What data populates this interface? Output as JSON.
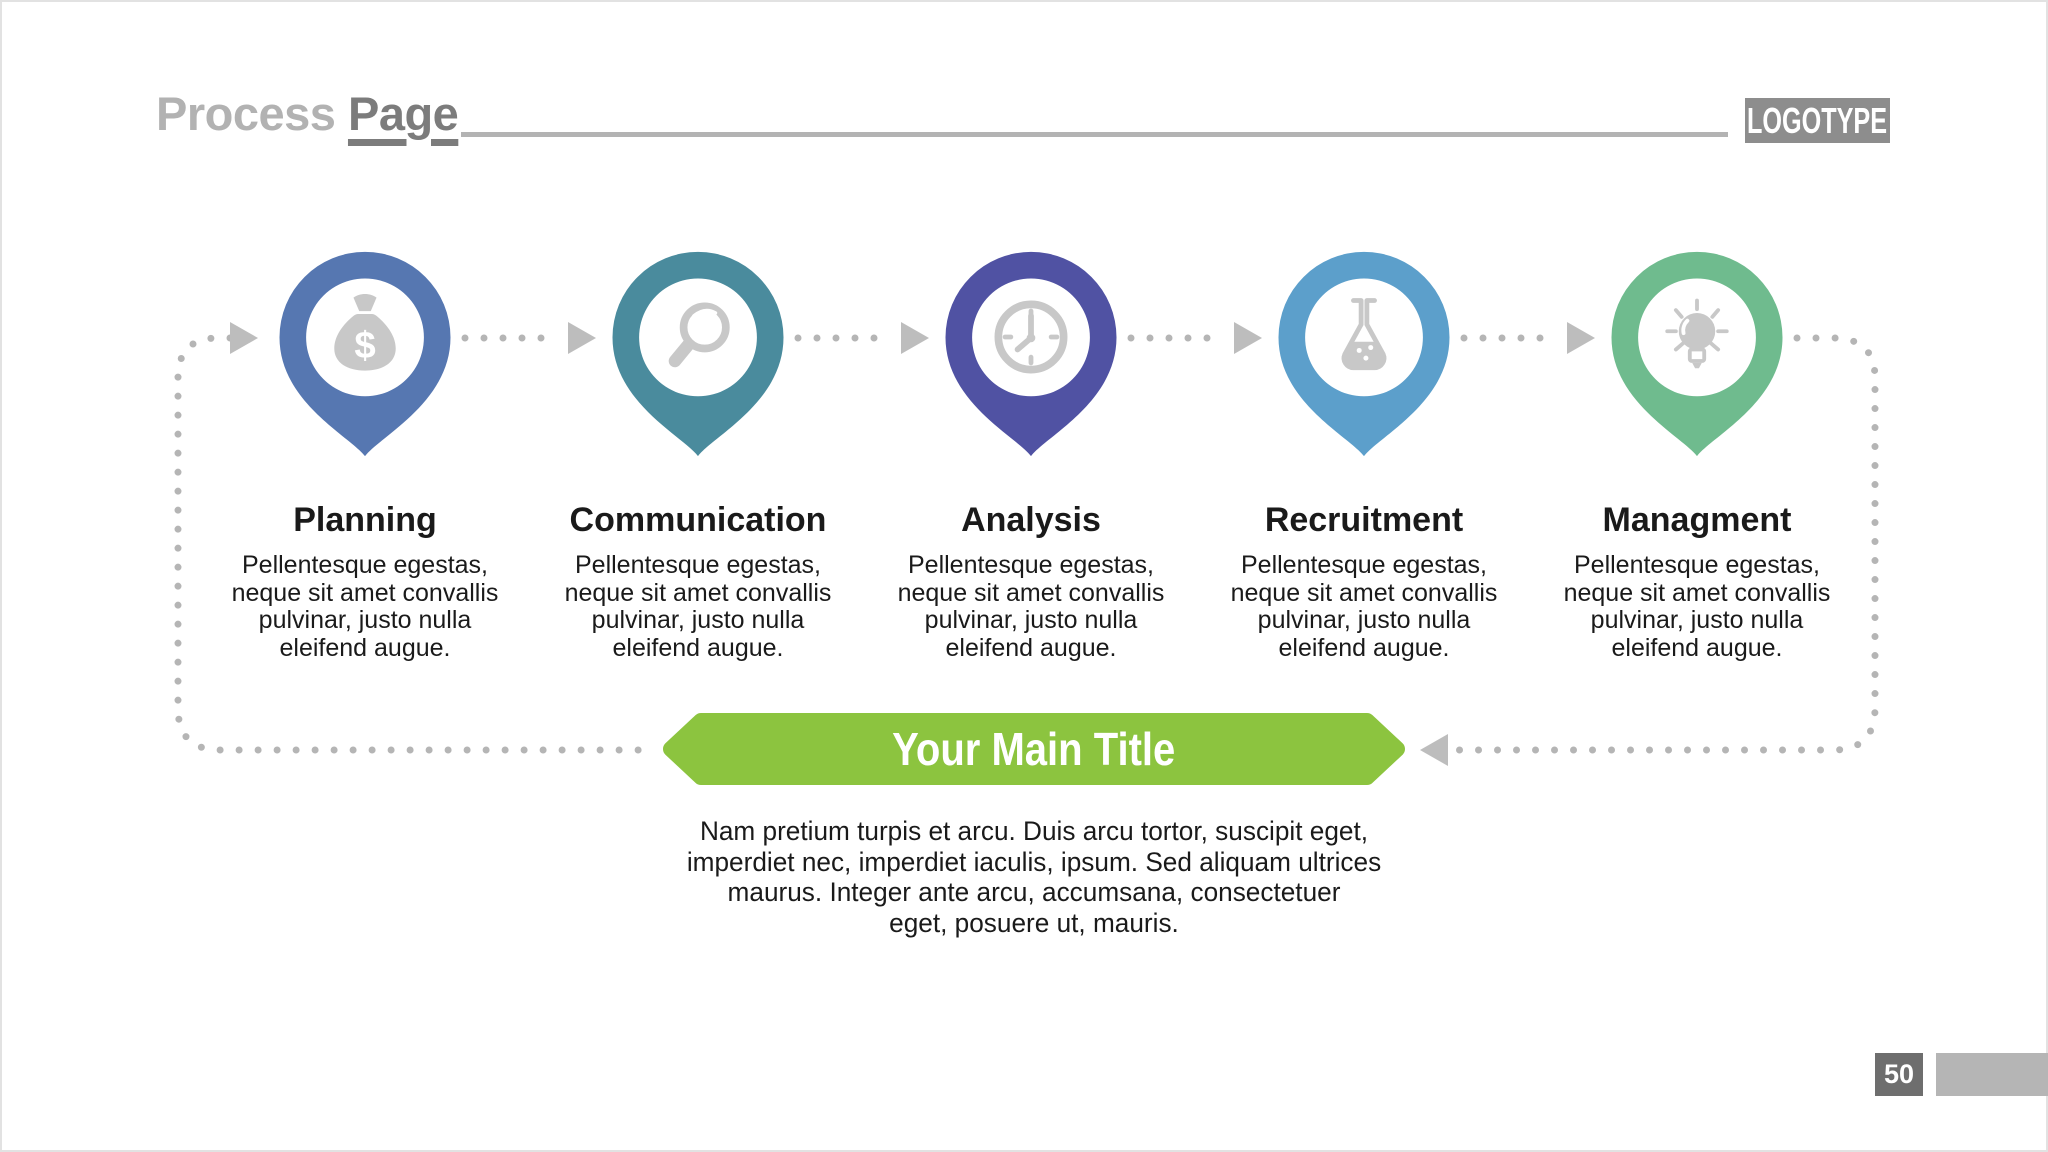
{
  "header": {
    "title_light": "Process",
    "title_dark": "Page",
    "logotype": "LOGOTYPE"
  },
  "steps": [
    {
      "title": "Planning",
      "icon": "money-bag-icon",
      "color": "#5677B1",
      "description": "Pellentesque egestas,\nneque sit amet convallis\npulvinar, justo nulla\neleifend augue."
    },
    {
      "title": "Communication",
      "icon": "magnifier-icon",
      "color": "#4A8B9D",
      "description": "Pellentesque egestas,\nneque sit amet convallis\npulvinar, justo nulla\neleifend augue."
    },
    {
      "title": "Analysis",
      "icon": "clock-icon",
      "color": "#5052A3",
      "description": "Pellentesque egestas,\nneque sit amet convallis\npulvinar, justo nulla\neleifend augue."
    },
    {
      "title": "Recruitment",
      "icon": "flask-icon",
      "color": "#5C9FCB",
      "description": "Pellentesque egestas,\nneque sit amet convallis\npulvinar, justo nulla\neleifend augue."
    },
    {
      "title": "Managment",
      "icon": "lightbulb-icon",
      "color": "#6FBB8E",
      "description": "Pellentesque egestas,\nneque sit amet convallis\npulvinar, justo nulla\neleifend augue."
    }
  ],
  "banner": {
    "title": "Your Main Title"
  },
  "body_text": "Nam pretium turpis et arcu. Duis arcu tortor, suscipit eget,\nimperdiet nec, imperdiet iaculis, ipsum. Sed aliquam ultrices\nmaurus. Integer ante arcu, accumsana, consectetuer\neget, posuere ut, mauris.",
  "footer": {
    "page_number": "50"
  },
  "colors": {
    "step1": "#5677B1",
    "step2": "#4A8B9D",
    "step3": "#5052A3",
    "step4": "#5C9FCB",
    "step5": "#6FBB8E",
    "banner": "#8CC43F",
    "icon": "#C8C8C8",
    "dots": "#B5B5B5",
    "arrow": "#BDBDBD",
    "line": "#B3B3B3",
    "title_light": "#B2B2B2",
    "title_dark": "#7C7C7C",
    "logobox": "#8D8D8D",
    "pagebox": "#6E6E6E",
    "pagebar": "#B5B5B5",
    "text": "#1A1A1A"
  }
}
